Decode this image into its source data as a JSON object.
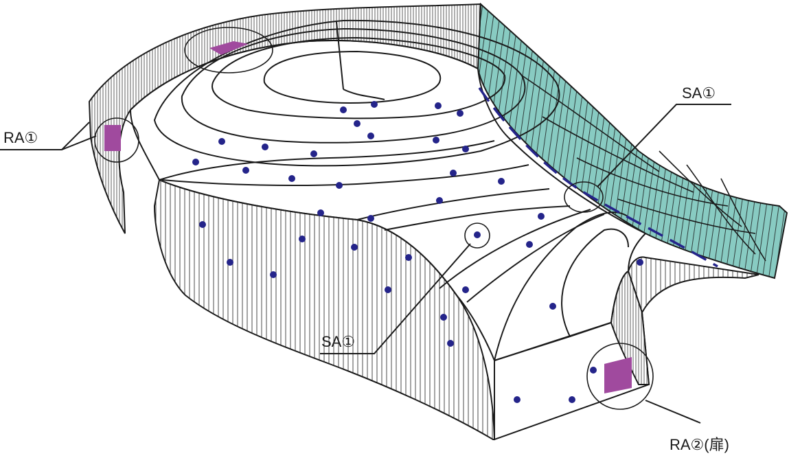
{
  "labels": {
    "ra1": "RA①",
    "sa1_upper": "SA①",
    "sa1_lower": "SA①",
    "ra2": "RA②(扉)"
  },
  "colors": {
    "line": "#1a1a1a",
    "teal_surface": "#88cbc2",
    "magenta_patch": "#a04a9e",
    "dot": "#24248a",
    "dashed_line": "#24248a"
  },
  "icons": {
    "sensor_point": "blue-dot",
    "highlight": "circle-outline"
  }
}
